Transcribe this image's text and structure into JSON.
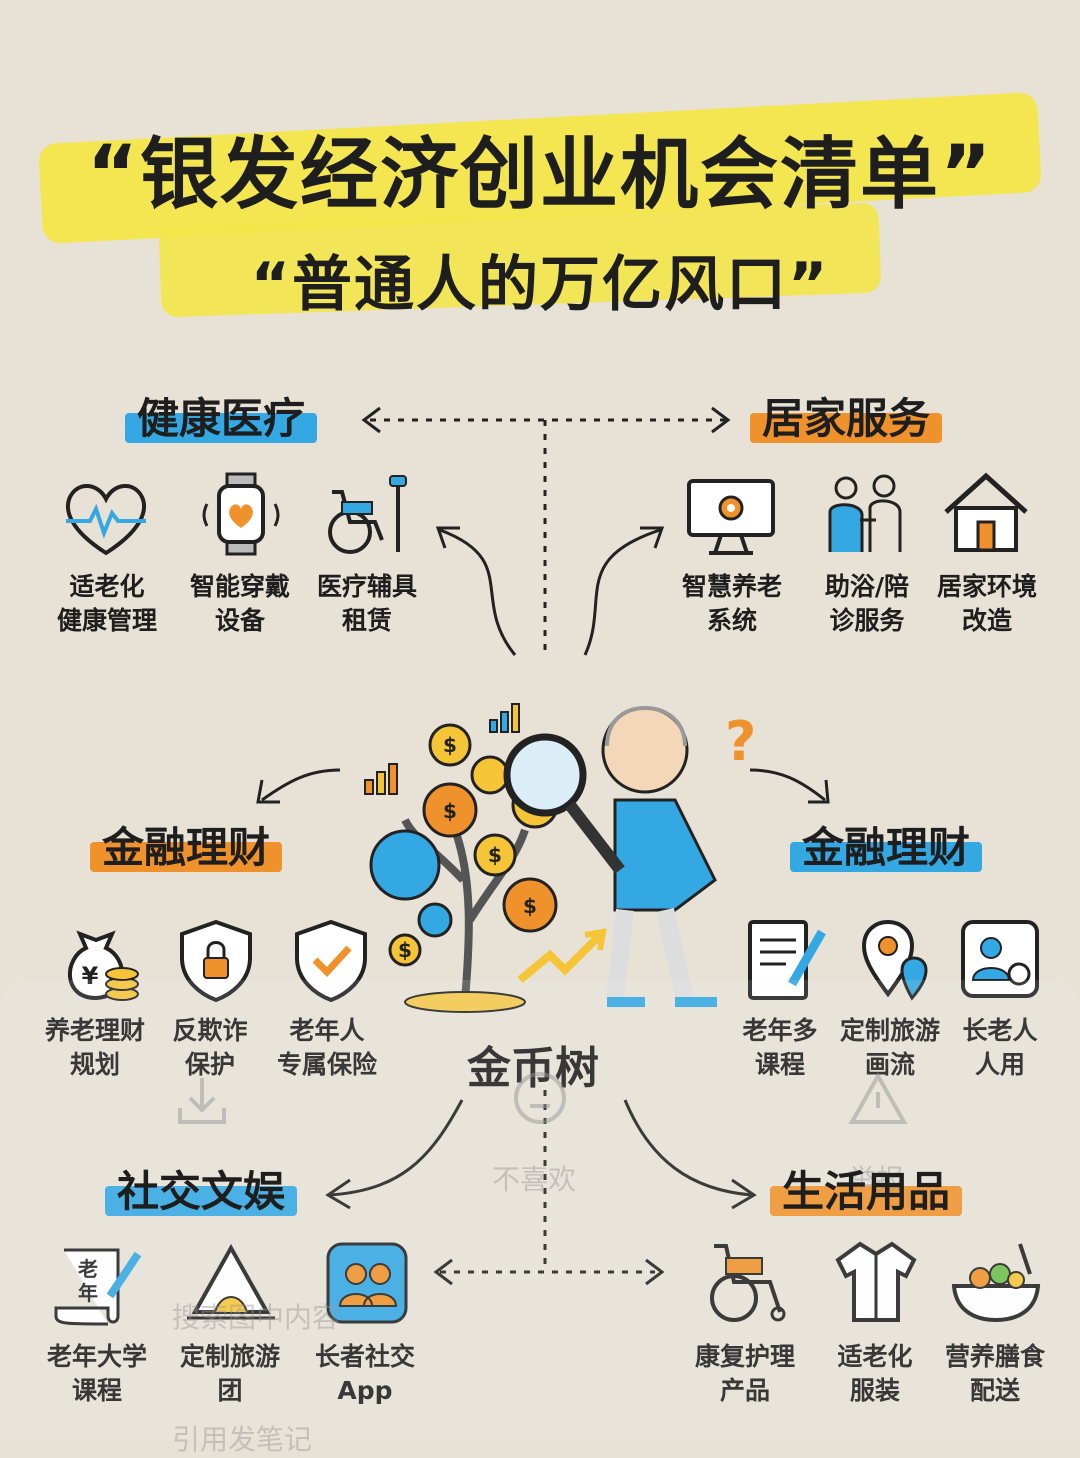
{
  "title": "“银发经济创业机会清单”",
  "subtitle": "“普通人的万亿风口”",
  "center": {
    "label": "金币树"
  },
  "categories": {
    "health": {
      "title": "健康医疗",
      "items": [
        {
          "line1": "适老化",
          "line2": "健康管理",
          "icon": "heart-pulse-icon"
        },
        {
          "line1": "智能穿戴",
          "line2": "设备",
          "icon": "smartwatch-icon"
        },
        {
          "line1": "医疗辅具",
          "line2": "租赁",
          "icon": "wheelchair-icon"
        }
      ]
    },
    "home": {
      "title": "居家服务",
      "items": [
        {
          "line1": "智慧养老",
          "line2": "系统",
          "icon": "monitor-gear-icon"
        },
        {
          "line1": "助浴/陪",
          "line2": "诊服务",
          "icon": "caregiver-icon"
        },
        {
          "line1": "居家环境",
          "line2": "改造",
          "icon": "house-icon"
        }
      ]
    },
    "finance_left": {
      "title": "金融理财",
      "items": [
        {
          "line1": "养老理财",
          "line2": "规划",
          "icon": "money-bag-icon"
        },
        {
          "line1": "反欺诈",
          "line2": "保护",
          "icon": "shield-lock-icon"
        },
        {
          "line1": "老年人",
          "line2": "专属保险",
          "icon": "shield-check-icon"
        }
      ]
    },
    "finance_right": {
      "title": "金融理财",
      "items": [
        {
          "line1": "老年多",
          "line2": "课程",
          "icon": "document-pen-icon"
        },
        {
          "line1": "定制旅游",
          "line2": "画流",
          "icon": "map-pin-icon"
        },
        {
          "line1": "长老人",
          "line2": "人用",
          "icon": "user-gear-icon"
        }
      ]
    },
    "social": {
      "title": "社交文娱",
      "items": [
        {
          "line1": "老年大学",
          "line2": "课程",
          "icon": "scroll-icon"
        },
        {
          "line1": "定制旅游",
          "line2": "团",
          "icon": "tent-icon"
        },
        {
          "line1": "长者社交",
          "line2": "App",
          "icon": "people-app-icon"
        }
      ]
    },
    "life": {
      "title": "生活用品",
      "items": [
        {
          "line1": "康复护理",
          "line2": "产品",
          "icon": "wheelchair-icon"
        },
        {
          "line1": "适老化",
          "line2": "服装",
          "icon": "shirt-icon"
        },
        {
          "line1": "营养膳食",
          "line2": "配送",
          "icon": "food-bowl-icon"
        }
      ]
    }
  },
  "overlay": {
    "dislike": "不喜欢",
    "report": "举报",
    "search": "搜索图中内容",
    "quote": "引用发笔记"
  },
  "colors": {
    "highlight": "#f3e64a",
    "blue": "#34a8e3",
    "orange": "#f0922b",
    "background": "#e8e2d6"
  }
}
